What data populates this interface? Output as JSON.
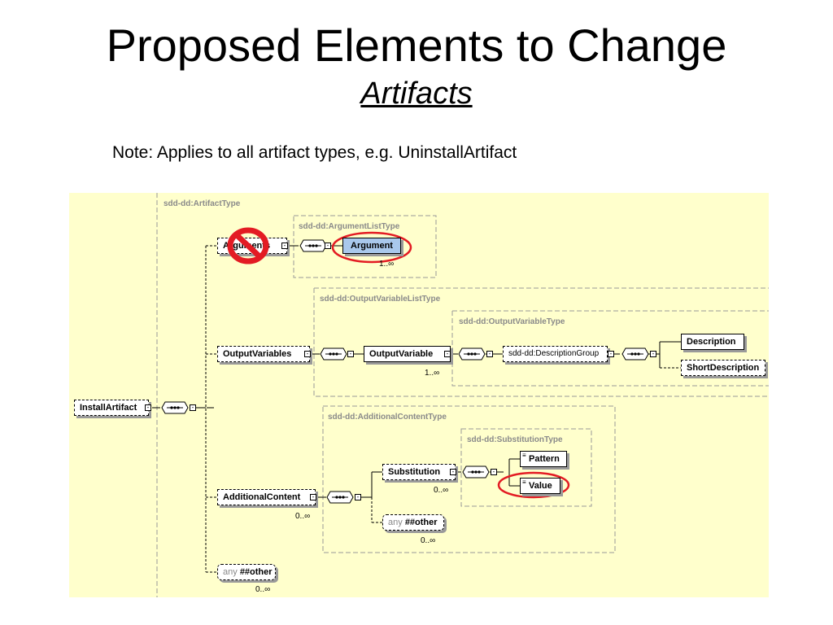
{
  "slide": {
    "title": "Proposed Elements to Change",
    "subtitle": "Artifacts",
    "note": "Note: Applies to all artifact types, e.g. UninstallArtifact"
  },
  "diagram": {
    "types": {
      "artifact_type": "sdd-dd:ArtifactType",
      "argument_list_type": "sdd-dd:ArgumentListType",
      "output_variable_list_type": "sdd-dd:OutputVariableListType",
      "output_variable_type": "sdd-dd:OutputVariableType",
      "additional_content_type": "sdd-dd:AdditionalContentType",
      "substitution_type": "sdd-dd:SubstitutionType"
    },
    "elements": {
      "install_artifact": "InstallArtifact",
      "arguments": "Arguments",
      "argument": "Argument",
      "output_variables": "OutputVariables",
      "output_variable": "OutputVariable",
      "description_group": "sdd-dd:DescriptionGroup",
      "description": "Description",
      "short_description": "ShortDescription",
      "additional_content": "AdditionalContent",
      "substitution": "Substitution",
      "pattern": "Pattern",
      "value": "Value",
      "any_prefix": "any",
      "any_other": "##other"
    },
    "occurrences": {
      "argument": "1..∞",
      "output_variable": "1..∞",
      "additional_content": "0..∞",
      "substitution": "0..∞",
      "any_inner": "0..∞",
      "any_outer": "0..∞"
    },
    "colors": {
      "background": "#ffffcc",
      "selected": "#a9c8ec",
      "highlight_circle": "#e31b23",
      "prohibited_sign": "#e31b23"
    },
    "icons": [
      "sequence-icon",
      "expand-collapse-icon",
      "documentation-icon",
      "prohibited-icon",
      "highlight-circle-icon"
    ]
  }
}
